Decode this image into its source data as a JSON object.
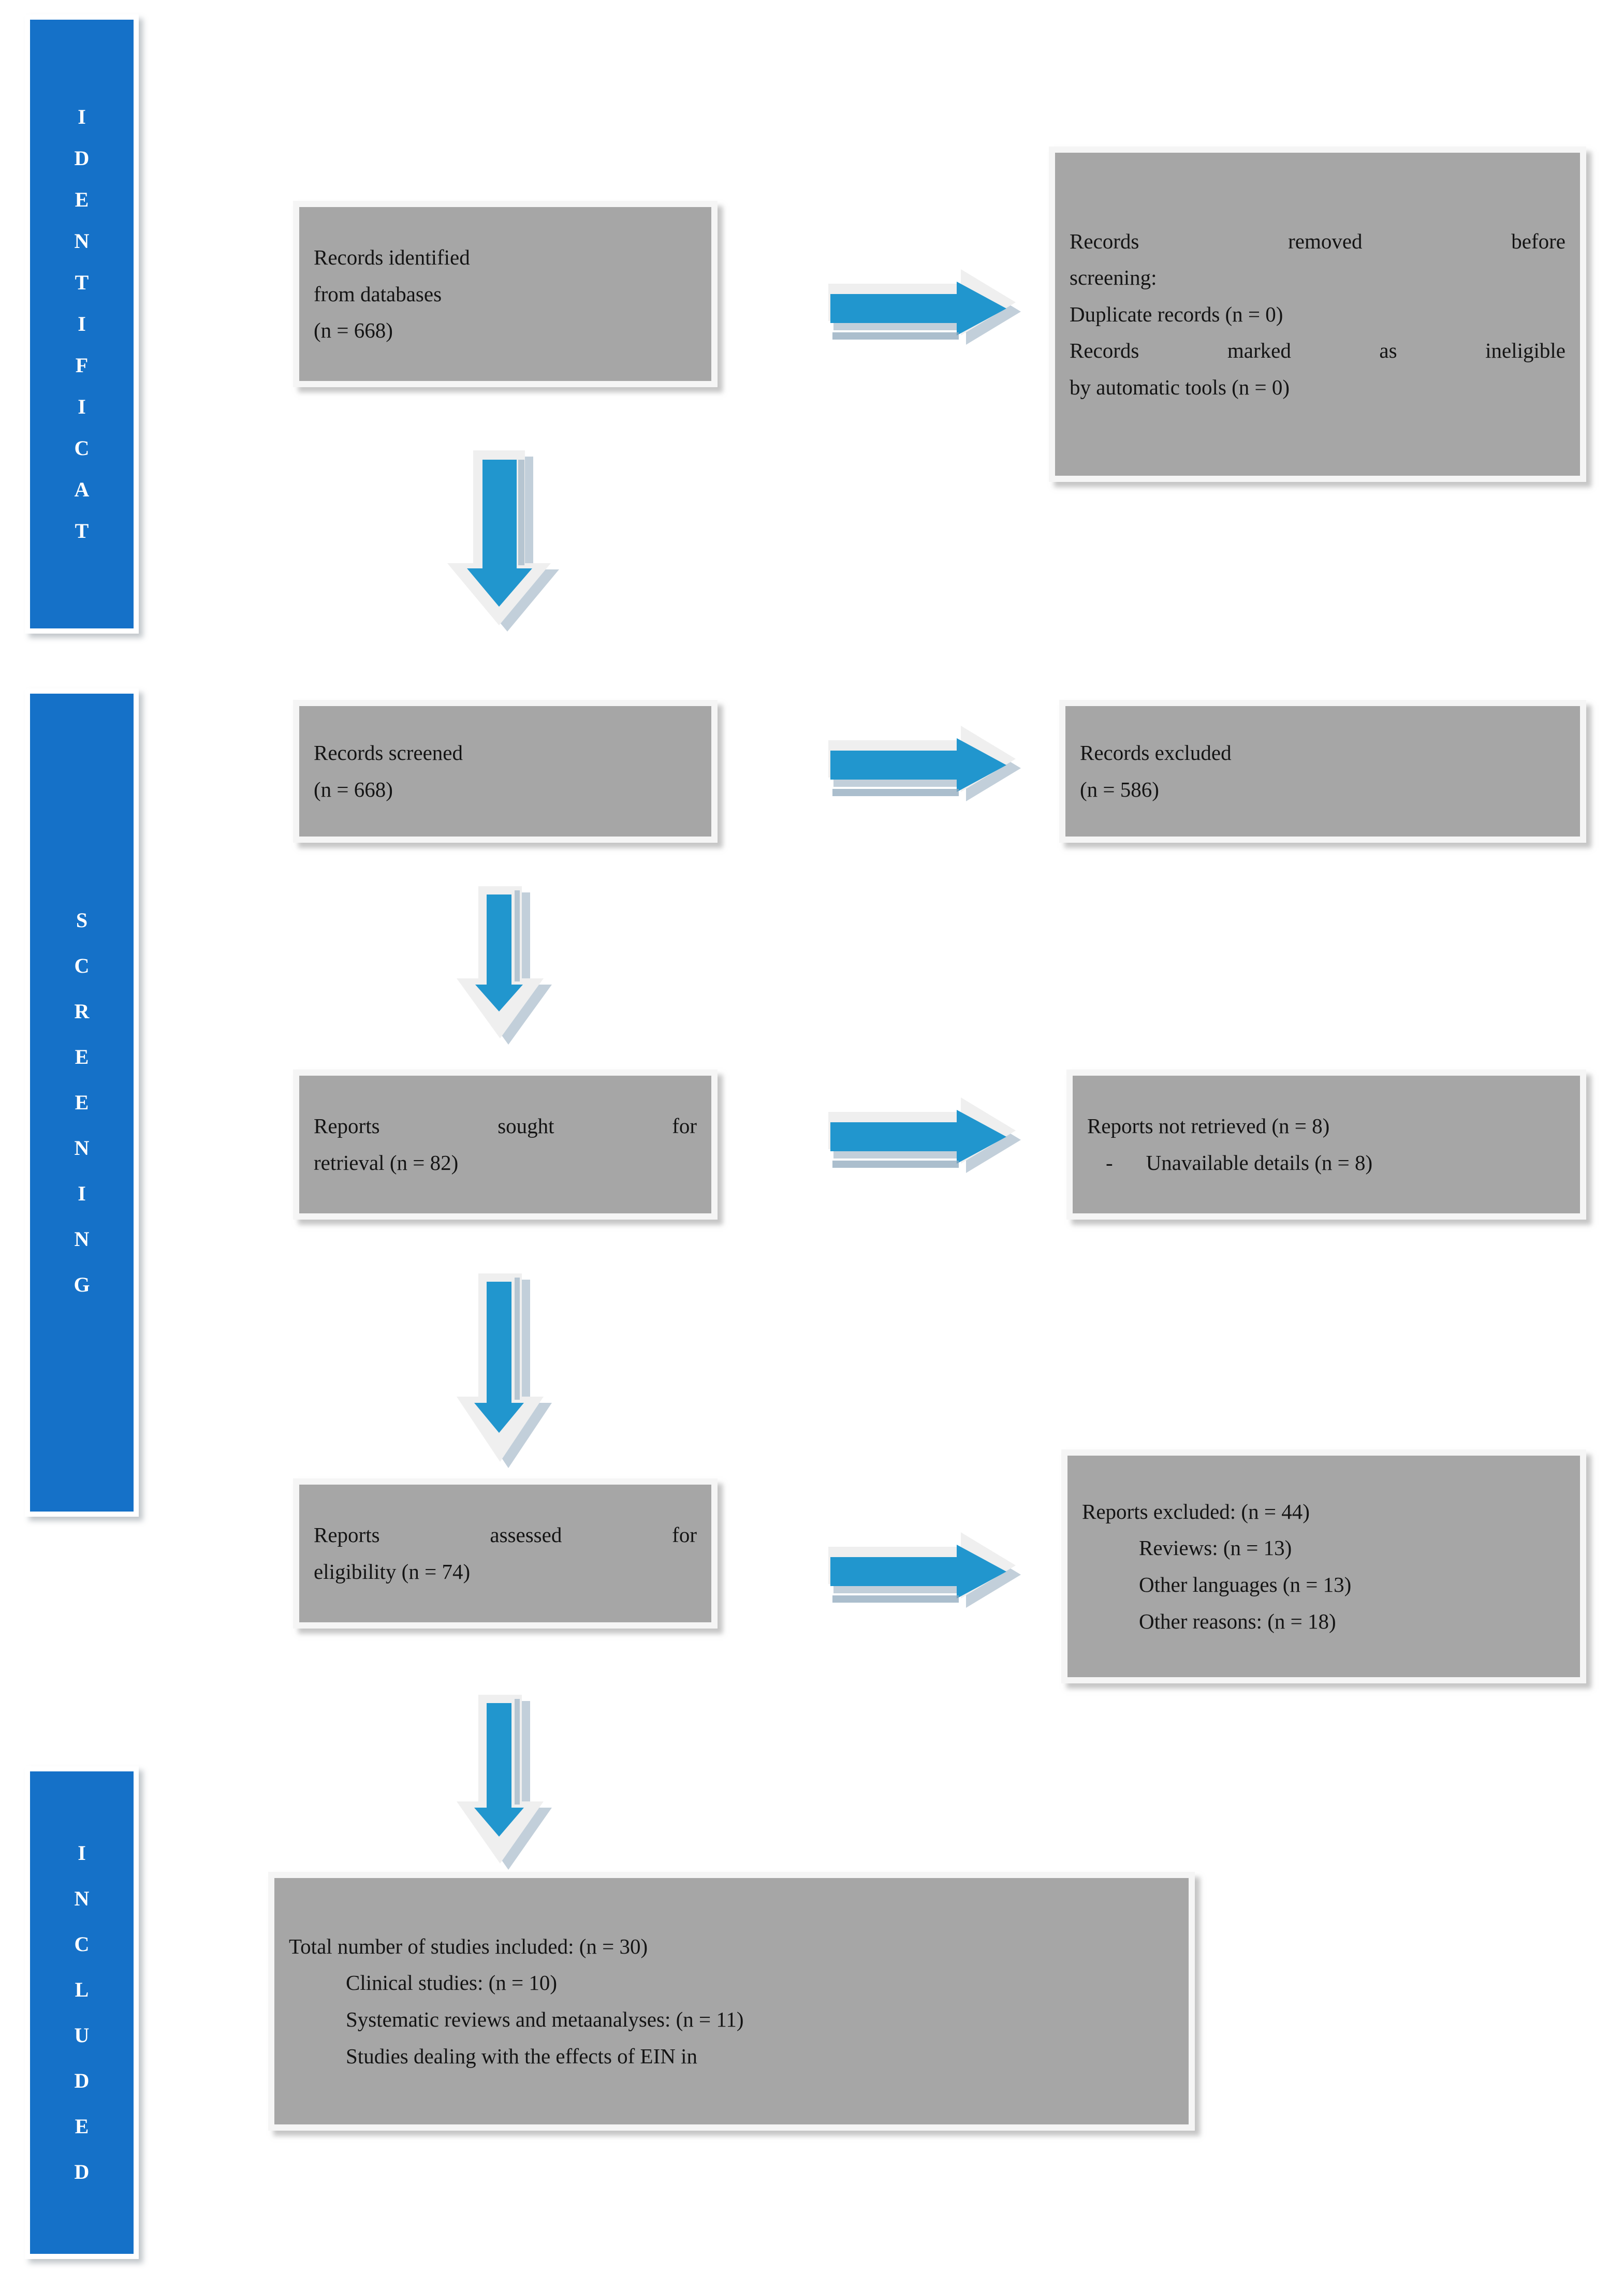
{
  "diagram": {
    "title": "PRISMA flow diagram",
    "colors": {
      "stage_bar_blue": "#1571C8",
      "arrow_blue": "#2196CE",
      "arrow_outline": "#EFEFEF",
      "arrow_shadow": "#8FA8BC",
      "node_fill": "#A6A6A6",
      "node_border": "#F5F5F5",
      "node_shadow": "#969696",
      "text": "#141414"
    }
  },
  "stages": [
    {
      "id": "identification",
      "label": "IDENTIFICAT",
      "letters": [
        "I",
        "D",
        "E",
        "N",
        "T",
        "I",
        "F",
        "I",
        "C",
        "A",
        "T"
      ]
    },
    {
      "id": "screening",
      "label": "SCREENING",
      "letters": [
        "S",
        "C",
        "R",
        "E",
        "E",
        "N",
        "I",
        "N",
        "G"
      ]
    },
    {
      "id": "included",
      "label": "INCLUDED",
      "letters": [
        "I",
        "N",
        "C",
        "L",
        "U",
        "D",
        "E",
        "D"
      ]
    }
  ],
  "nodes": {
    "records_identified": {
      "name": "Records identified from databases",
      "lines": [
        "Records identified",
        "from databases",
        "(n = 668)"
      ],
      "count": 668
    },
    "records_removed": {
      "name": "Records removed before screening",
      "lines": [
        "Records removed before",
        "screening:",
        "Duplicate records (n = 0)",
        "Records marked as ineligible",
        "by automatic tools (n = 0)"
      ],
      "duplicate_records": 0,
      "marked_ineligible_by_automation": 0
    },
    "records_screened": {
      "name": "Records screened",
      "lines": [
        "Records screened",
        "(n = 668)"
      ],
      "count": 668
    },
    "records_excluded": {
      "name": "Records excluded",
      "lines": [
        "Records excluded",
        "(n = 586)"
      ],
      "count": 586
    },
    "reports_sought": {
      "name": "Reports sought for retrieval",
      "lines": [
        "Reports sought for",
        "retrieval (n = 82)"
      ],
      "count": 82
    },
    "reports_not_retrieved": {
      "name": "Reports not retrieved",
      "lines": [
        "Reports not retrieved (n = 8)",
        "Unavailable details (n = 8)"
      ],
      "bullet_dash": "-",
      "count": 8
    },
    "reports_assessed": {
      "name": "Reports assessed for eligibility",
      "lines": [
        "Reports assessed for",
        "eligibility (n = 74)"
      ],
      "count": 74
    },
    "reports_excluded": {
      "name": "Reports excluded",
      "lines": [
        "Reports excluded: (n = 44)",
        "Reviews: (n = 13)",
        "Other languages (n = 13)",
        "Other reasons: (n = 18)"
      ],
      "total": 44,
      "reviews": 13,
      "other_languages": 13,
      "other_reasons": 18
    },
    "studies_included": {
      "name": "Total number of studies included",
      "lines": [
        "Total number of studies included: (n = 30)",
        "Clinical studies: (n = 10)",
        "Systematic reviews and metaanalyses: (n = 11)",
        "Studies dealing with the effects of EIN in"
      ],
      "total": 30,
      "clinical_studies": 10,
      "systematic_reviews_and_metaanalyses": 11
    }
  }
}
